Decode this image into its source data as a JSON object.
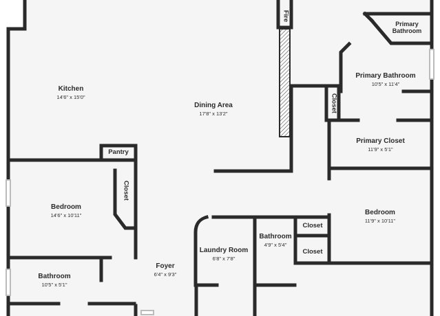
{
  "rooms": {
    "kitchen": {
      "name": "Kitchen",
      "dims": "14'6\" x 15'0\""
    },
    "dining": {
      "name": "Dining Area",
      "dims": "17'8\" x 13'2\""
    },
    "fire": {
      "name": "Fire"
    },
    "primary_bath_small": {
      "name": "Primary Bathroom"
    },
    "primary_bath": {
      "name": "Primary Bathroom",
      "dims": "10'5\" x 11'4\""
    },
    "closet_vertical": {
      "name": "Closet"
    },
    "primary_closet": {
      "name": "Primary Closet",
      "dims": "11'9\" x 5'1\""
    },
    "pantry": {
      "name": "Pantry"
    },
    "closet_left": {
      "name": "Closet"
    },
    "bedroom_left": {
      "name": "Bedroom",
      "dims": "14'6\" x 10'11\""
    },
    "bedroom_right": {
      "name": "Bedroom",
      "dims": "11'9\" x 10'11\""
    },
    "bathroom_middle": {
      "name": "Bathroom",
      "dims": "4'9\" x 5'4\""
    },
    "closet_mid_top": {
      "name": "Closet"
    },
    "closet_mid_bottom": {
      "name": "Closet"
    },
    "laundry": {
      "name": "Laundry Room",
      "dims": "6'8\" x 7'8\""
    },
    "foyer": {
      "name": "Foyer",
      "dims": "6'4\" x 9'3\""
    },
    "bathroom_left": {
      "name": "Bathroom",
      "dims": "10'5\" x 5'1\""
    }
  },
  "colors": {
    "wall": "#2a2a2a",
    "floor": "#f5f5f5",
    "background": "#ffffff"
  }
}
